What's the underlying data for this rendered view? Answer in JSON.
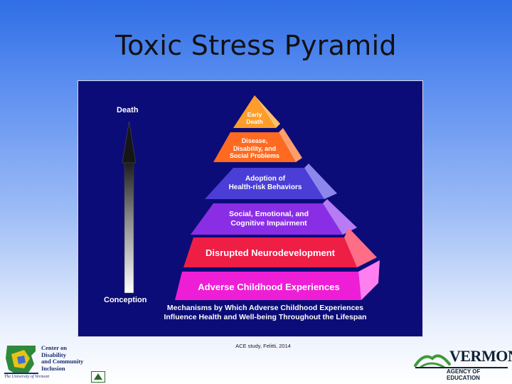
{
  "slide": {
    "title": "Toxic Stress Pyramid"
  },
  "pyramid": {
    "axis_top": "Death",
    "axis_bottom": "Conception",
    "layers": [
      {
        "lines": [
          "Early",
          "Death"
        ],
        "color": "#ff9d2a"
      },
      {
        "lines": [
          "Disease,",
          "Disability, and",
          "Social Problems"
        ],
        "color": "#ff6a20"
      },
      {
        "lines": [
          "Adoption of",
          "Health-risk Behaviors"
        ],
        "color": "#4a3ed6"
      },
      {
        "lines": [
          "Social, Emotional, and",
          "Cognitive Impairment"
        ],
        "color": "#8a2ee6"
      },
      {
        "lines": [
          "Disrupted Neurodevelopment"
        ],
        "color": "#ee1e45"
      },
      {
        "lines": [
          "Adverse Childhood Experiences"
        ],
        "color": "#ee1ed6"
      }
    ],
    "caption": [
      "Mechanisms by Which Adverse Childhood Experiences",
      "Influence Health and Well-being Throughout the Lifespan"
    ]
  },
  "citation": "ACE study, Felitti, 2014",
  "logos": {
    "left": {
      "lines": [
        "Center on",
        "Disability",
        "and Community",
        "Inclusion"
      ],
      "sub": "The University of Vermont"
    },
    "right": {
      "name": "VERMONT",
      "sub": "AGENCY OF EDUCATION"
    }
  }
}
